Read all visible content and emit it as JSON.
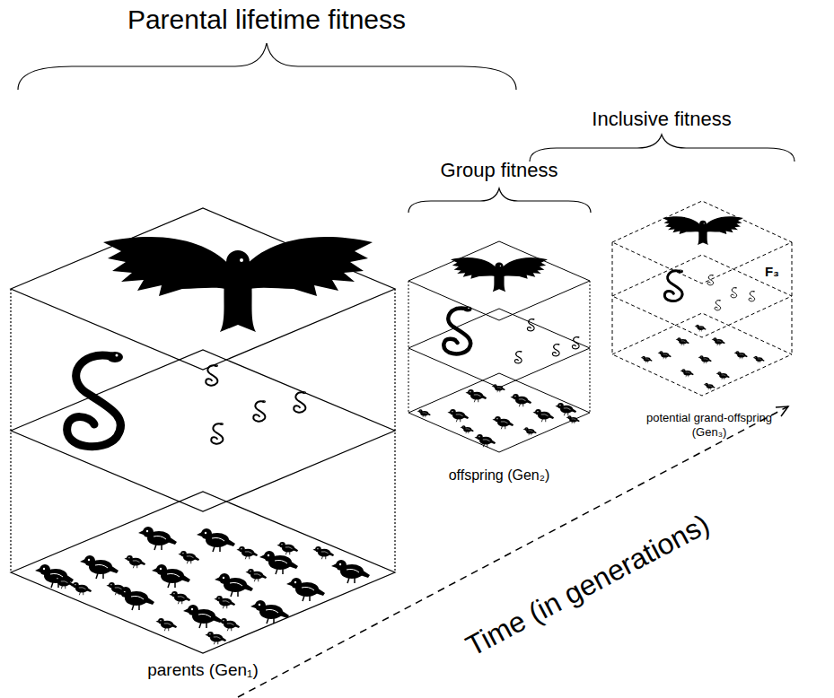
{
  "diagram": {
    "labels": [
      "Parental lifetime fitness",
      "Inclusive fitness",
      "Group fitness",
      "F₃",
      "potential grand-offspring (Gen₃)",
      "offspring (Gen₂)",
      "parents (Gen₁)",
      "Time (in generations)"
    ]
  }
}
